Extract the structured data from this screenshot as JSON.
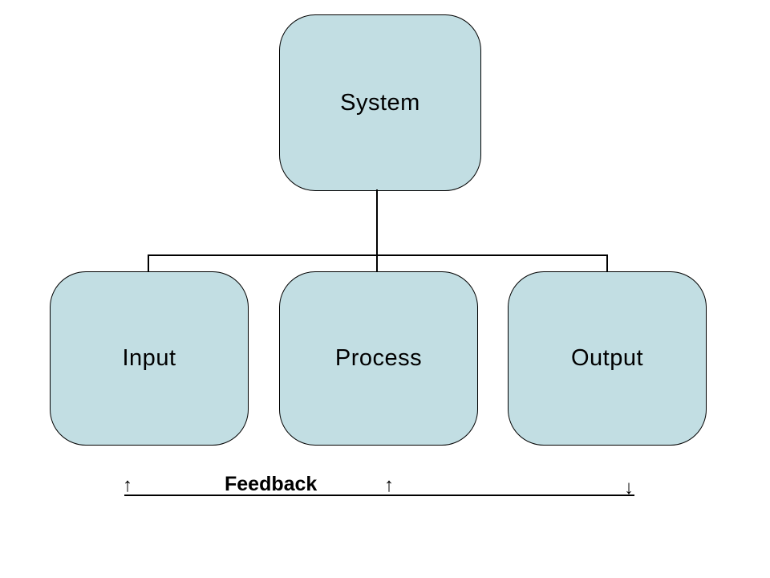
{
  "diagram": {
    "system_node_label": "System",
    "nodes": [
      "Input",
      "Process",
      "Output"
    ],
    "feedback": {
      "label": "Feedback",
      "arrow_up_left": "↑",
      "arrow_up_middle": "↑",
      "arrow_down_right": "↓"
    }
  },
  "colors": {
    "node_fill": "#c2dee3",
    "node_border": "#000000",
    "line_color": "#000000"
  }
}
